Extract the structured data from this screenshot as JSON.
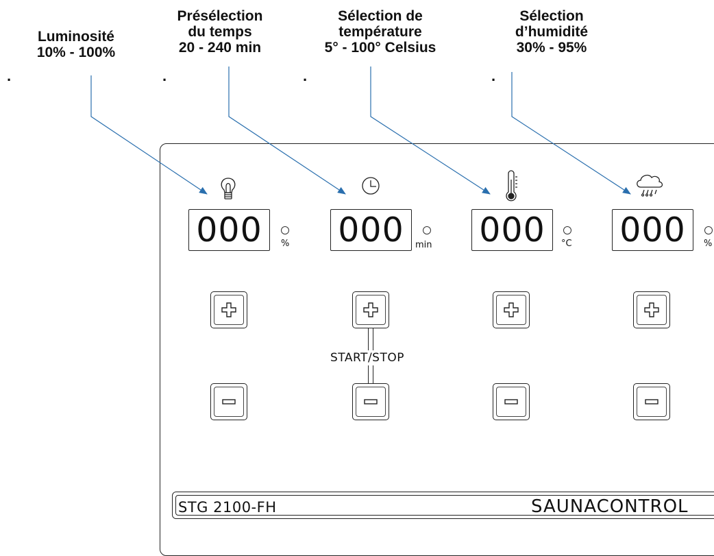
{
  "callouts": [
    {
      "id": "brightness",
      "lines": [
        "Luminosité",
        "10% - 100%"
      ]
    },
    {
      "id": "time",
      "lines": [
        "Présélection",
        "du temps",
        "20 - 240 min"
      ]
    },
    {
      "id": "temperature",
      "lines": [
        "Sélection de",
        "température",
        "5° - 100° Celsius"
      ]
    },
    {
      "id": "humidity",
      "lines": [
        "Sélection",
        "d’humidité",
        "30% - 95%"
      ]
    }
  ],
  "dot_marker": ".",
  "channels": [
    {
      "icon": "lightbulb-icon",
      "display": "000",
      "unit": "%"
    },
    {
      "icon": "clock-icon",
      "display": "000",
      "unit": "min"
    },
    {
      "icon": "thermometer-icon",
      "display": "000",
      "unit": "°C"
    },
    {
      "icon": "rain-cloud-icon",
      "display": "000",
      "unit": "%"
    }
  ],
  "start_stop_label": "START/STOP",
  "footer": {
    "model": "STG 2100-FH",
    "brand": "SAUNACONTROL"
  },
  "colors": {
    "arrow": "#2a6fae",
    "stroke": "#222222"
  }
}
